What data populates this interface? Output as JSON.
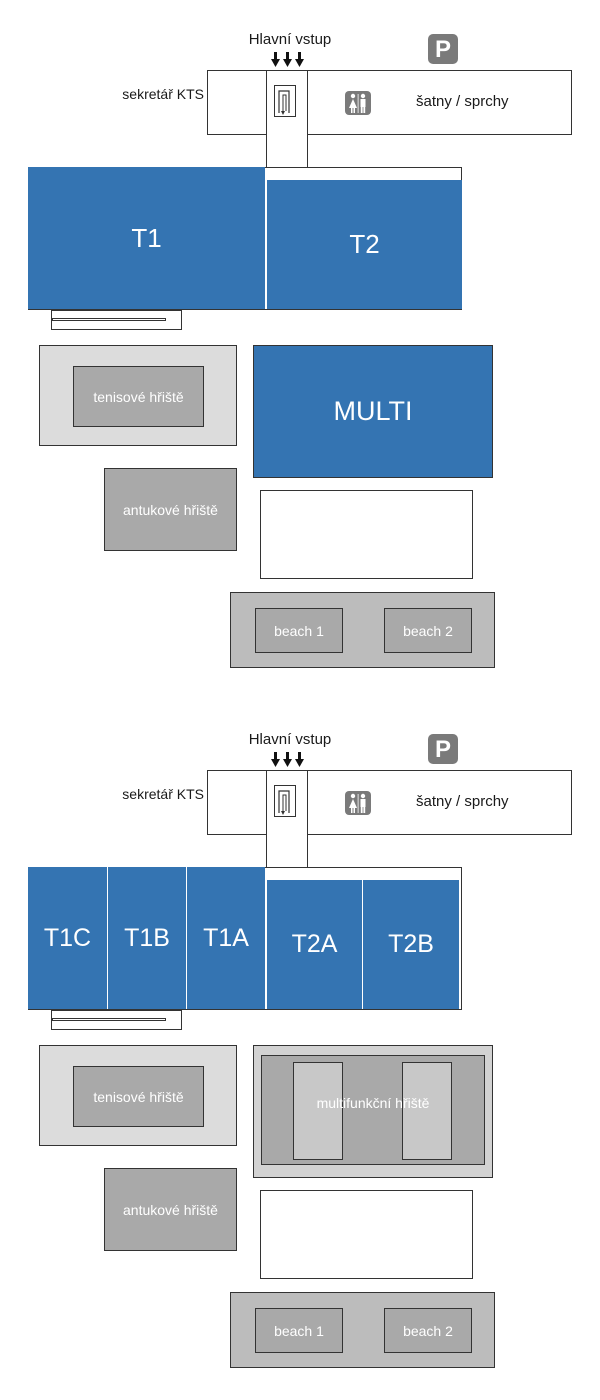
{
  "site": {
    "entrance": "Hlavní vstup",
    "parking": "P",
    "secretary": "sekretář KTS",
    "changing": "šatny / sprchy",
    "tennis": "tenisové hřiště",
    "clay": "antukové hřiště",
    "beach1": "beach 1",
    "beach2": "beach 2"
  },
  "plan1": {
    "t1": "T1",
    "t2": "T2",
    "multi": "MULTI"
  },
  "plan2": {
    "courts": [
      "T1C",
      "T1B",
      "T1A",
      "T2A",
      "T2B"
    ],
    "multi_label": "multifunkční hřiště"
  },
  "colors": {
    "court_blue": "#3474b2",
    "court_grey": "#a9a9a9",
    "light_grey": "#dcdcdc",
    "icon_grey": "#7a7a7a"
  },
  "icons": [
    "parking-icon",
    "restroom-icon",
    "stairs-icon",
    "arrow-down-icon"
  ]
}
